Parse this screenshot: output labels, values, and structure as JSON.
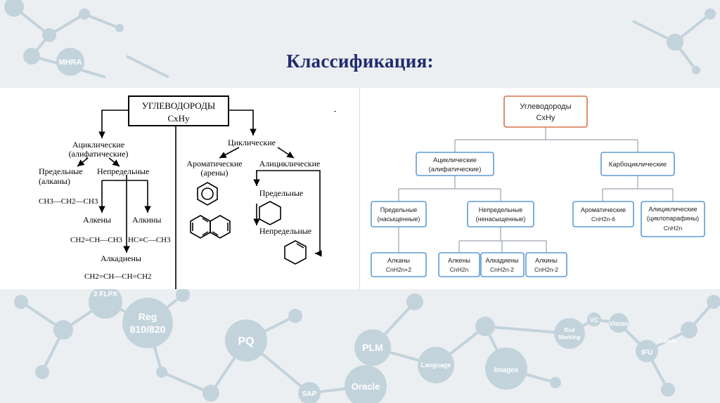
{
  "slide": {
    "title": "Классификация:"
  },
  "background": {
    "labels": [
      "MHRA",
      "2 FLPX",
      "Reg",
      "810/820",
      "PQ",
      "PLM",
      "Language",
      "Images",
      "Oracle",
      "SAP",
      "Red",
      "Marking",
      "VC",
      "Vision",
      "Labels",
      "IFU"
    ],
    "colors": {
      "bg": "#eceff1",
      "molecule": "#c3d3dc",
      "label": "#ffffff"
    }
  },
  "left_diagram": {
    "root_line1": "УГЛЕВОДОРОДЫ",
    "root_formula": "CxHy",
    "acyclic_line1": "Ациклические",
    "acyclic_line2": "(алифатические)",
    "saturated_line1": "Предельные",
    "saturated_line2": "(алканы)",
    "unsaturated": "Непредельные",
    "alkane_formula": "CH3—CH2—CH3",
    "alkenes": "Алкены",
    "alkynes": "Алкины",
    "alkene_formula": "CH2=CH—CH3",
    "alkyne_formula": "HC≡C—CH3",
    "alkadienes": "Алкадиены",
    "alkadiene_formula": "CH2=CH—CH=CH2",
    "cyclic": "Циклические",
    "aromatic_line1": "Ароматические",
    "aromatic_line2": "(арены)",
    "alicyclic": "Алициклические",
    "alicyclic_saturated": "Предельные",
    "alicyclic_unsaturated": "Непредельные"
  },
  "right_diagram": {
    "root_line1": "Углеводороды",
    "root_line2": "CxHy",
    "acyclic_line1": "Ациклические",
    "acyclic_line2": "(алифатические)",
    "carbocyclic": "Карбоциклические",
    "saturated_line1": "Предельные",
    "saturated_line2": "(насыщенные)",
    "unsaturated_line1": "Непредельные",
    "unsaturated_line2": "(ненасыщенные)",
    "aromatic_line1": "Ароматические",
    "aromatic_line2": "CnH2n-6",
    "alicyclic_line1": "Алициклические",
    "alicyclic_line2": "(циклопарафины)",
    "alicyclic_line3": "CnH2n",
    "alkanes_line1": "Алканы",
    "alkanes_line2": "CnH2n+2",
    "alkenes_line1": "Алкены",
    "alkenes_line2": "CnH2n",
    "alkadienes_line1": "Алкадиены",
    "alkadienes_line2": "CnH2n-2",
    "alkynes_line1": "Алкины",
    "alkynes_line2": "CnH2n-2",
    "colors": {
      "root_border": "#d9704a",
      "node_border": "#5b9bd5",
      "line": "#9aa3ad"
    }
  }
}
